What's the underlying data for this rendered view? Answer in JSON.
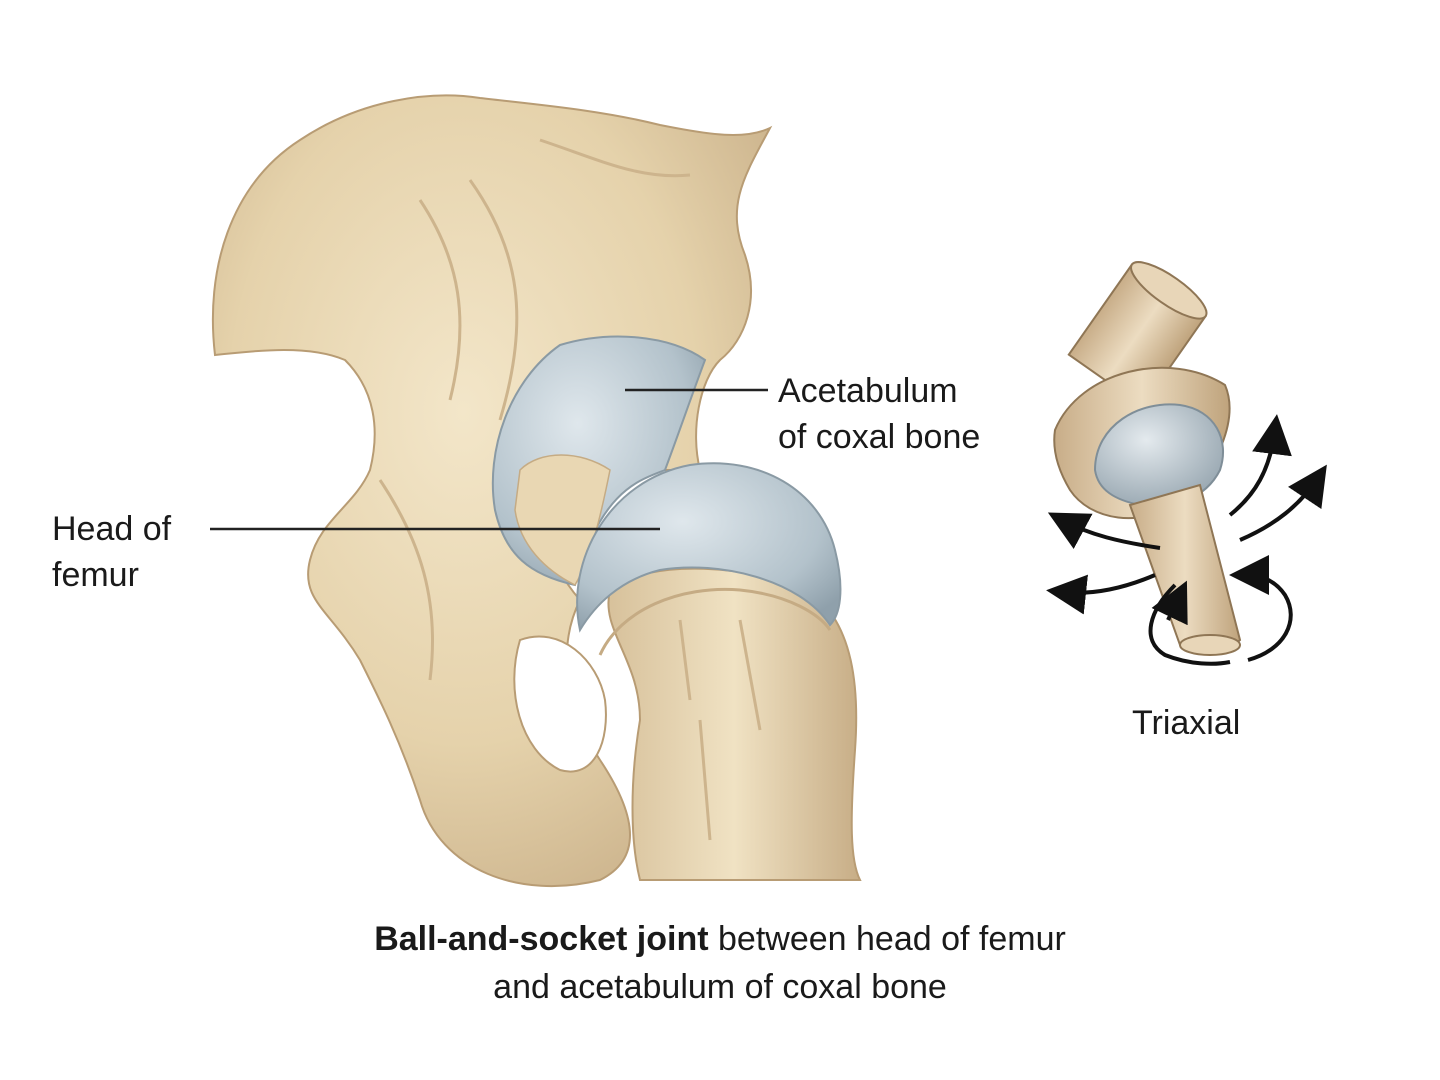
{
  "labels": {
    "acetabulum_line1": "Acetabulum",
    "acetabulum_line2": "of coxal bone",
    "head_line1": "Head of",
    "head_line2": "femur",
    "triaxial": "Triaxial"
  },
  "caption": {
    "bold": "Ball-and-socket joint",
    "rest_line1": " between head of femur",
    "line2": "and acetabulum of coxal bone"
  },
  "colors": {
    "bone": "#e8d6b2",
    "bone_shadow": "#c9b089",
    "cartilage": "#b9c7cf",
    "model_bone": "#dcc3a0",
    "arrow": "#111111"
  }
}
